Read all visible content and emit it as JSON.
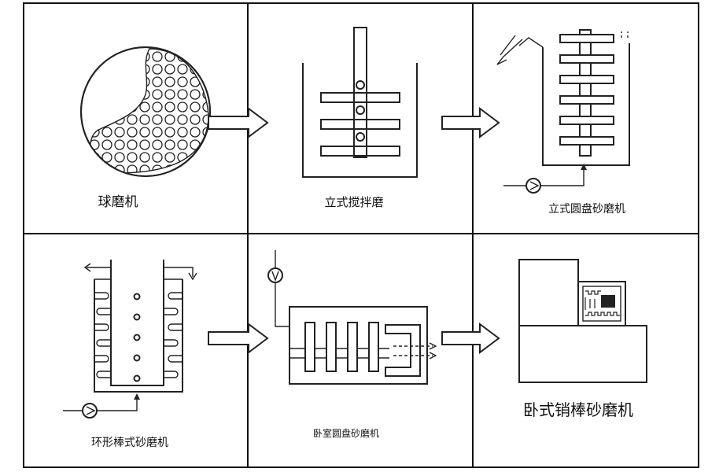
{
  "panels": {
    "ball_mill": "球磨机",
    "vertical_stirred_mill": "立式搅拌磨",
    "vertical_disc_sand_mill": "立式圆盘砂磨机",
    "annular_rod_sand_mill": "环形棒式砂磨机",
    "horizontal_disc_sand_mill": "卧室圆盘砂磨机",
    "horizontal_pin_rod_sand_mill": "卧式销棒砂磨机"
  }
}
